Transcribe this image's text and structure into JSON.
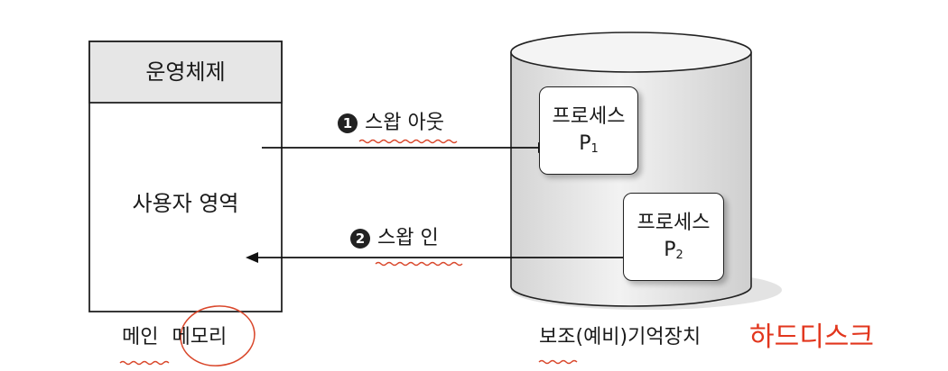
{
  "memory": {
    "os_label": "운영체제",
    "user_area_label": "사용자 영역",
    "caption_part1": "메인",
    "caption_part2": "메모리"
  },
  "disk": {
    "caption": "보조(예비)기억장치",
    "annotation": "하드디스크",
    "process1": {
      "label": "프로세스",
      "letter": "P",
      "sub": "1"
    },
    "process2": {
      "label": "프로세스",
      "letter": "P",
      "sub": "2"
    }
  },
  "arrows": {
    "swap_out": {
      "number": "1",
      "label": "스왑 아웃"
    },
    "swap_in": {
      "number": "2",
      "label": "스왑 인"
    }
  },
  "colors": {
    "annotation": "#e2361d",
    "header_fill": "#e6e6e6",
    "cylinder_fill": "#e8e8e8"
  }
}
